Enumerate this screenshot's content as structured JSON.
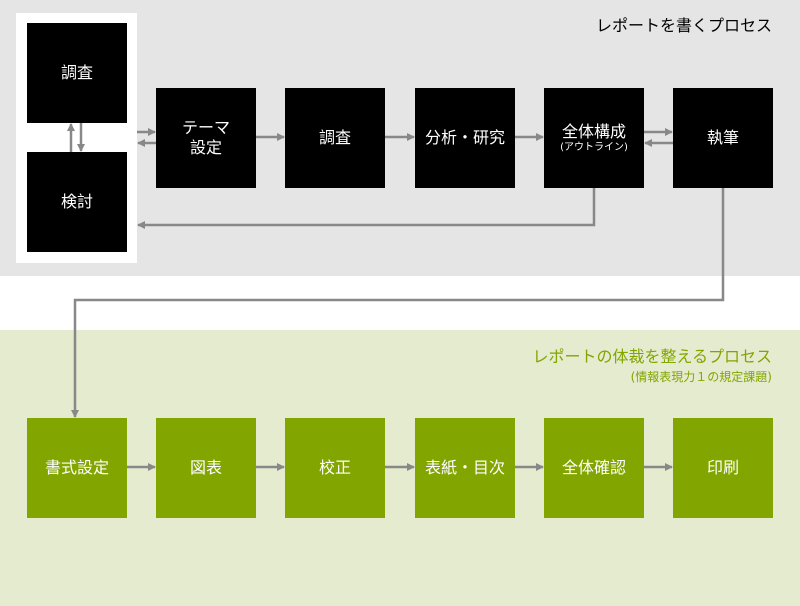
{
  "top_section": {
    "title": "レポートを書くプロセス",
    "loop": [
      "調査",
      "検討"
    ],
    "steps": [
      {
        "label": "テーマ\n設定"
      },
      {
        "label": "調査"
      },
      {
        "label": "分析・研究"
      },
      {
        "label": "全体構成",
        "sub": "(アウトライン)"
      },
      {
        "label": "執筆"
      }
    ]
  },
  "bottom_section": {
    "title": "レポートの体裁を整えるプロセス",
    "subtitle": "(情報表現力１の規定課題)",
    "steps": [
      "書式設定",
      "図表",
      "校正",
      "表紙・目次",
      "全体確認",
      "印刷"
    ]
  },
  "colors": {
    "black_box": "#000000",
    "green_box": "#82a500",
    "arrow": "#888888",
    "title_green": "#82a500"
  }
}
